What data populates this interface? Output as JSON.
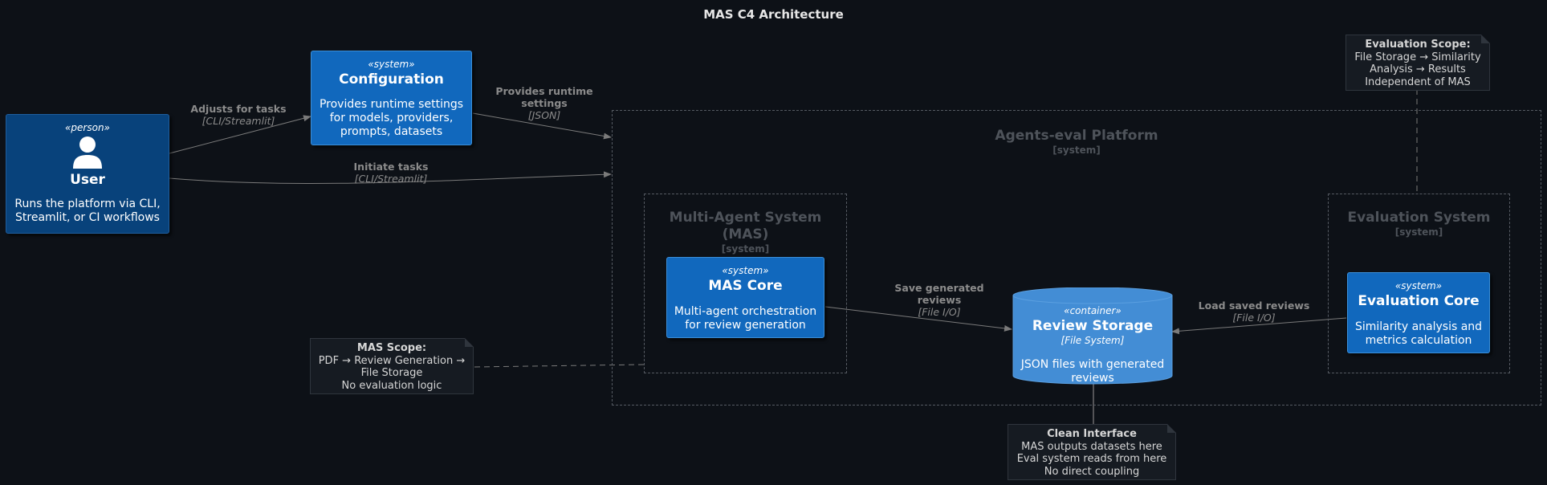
{
  "title": "MAS C4 Architecture",
  "colors": {
    "background": "#0d1117",
    "system": "#1168bd",
    "person": "#08427b",
    "container": "#438dd5",
    "boundary_text": "#4e535a",
    "line": "#7a7a7a"
  },
  "user": {
    "stereotype": "«person»",
    "name": "User",
    "description": "Runs the platform via CLI, Streamlit, or CI workflows",
    "icon": "person-icon"
  },
  "configuration": {
    "stereotype": "«system»",
    "name": "Configuration",
    "description": "Provides runtime settings for models, providers, prompts, datasets"
  },
  "platform": {
    "name": "Agents-eval Platform",
    "type": "[system]"
  },
  "mas_system": {
    "name": "Multi-Agent System (MAS)",
    "type": "[system]"
  },
  "eval_system": {
    "name": "Evaluation System",
    "type": "[system]"
  },
  "mas_core": {
    "stereotype": "«system»",
    "name": "MAS Core",
    "description": "Multi-agent orchestration for review generation"
  },
  "review_storage": {
    "stereotype": "«container»",
    "name": "Review Storage",
    "technology": "[File System]",
    "description": "JSON files with generated reviews"
  },
  "eval_core": {
    "stereotype": "«system»",
    "name": "Evaluation Core",
    "description": "Similarity analysis and metrics calculation"
  },
  "edges": {
    "adjusts": {
      "label": "Adjusts for tasks",
      "tech": "[CLI/Streamlit]"
    },
    "initiate": {
      "label": "Initiate tasks",
      "tech": "[CLI/Streamlit]"
    },
    "provides": {
      "label": "Provides runtime settings",
      "tech": "[JSON]"
    },
    "save": {
      "label": "Save generated reviews",
      "tech": "[File I/O]"
    },
    "load": {
      "label": "Load saved reviews",
      "tech": "[File I/O]"
    }
  },
  "notes": {
    "mas_scope": {
      "title": "MAS Scope:",
      "lines": [
        "PDF → Review Generation →",
        "File Storage",
        "No evaluation logic"
      ]
    },
    "eval_scope": {
      "title": "Evaluation Scope:",
      "lines": [
        "File Storage → Similarity",
        "Analysis → Results",
        "Independent of MAS"
      ]
    },
    "clean_interface": {
      "title": "Clean Interface",
      "lines": [
        "MAS outputs datasets here",
        "Eval system reads from here",
        "No direct coupling"
      ]
    }
  }
}
